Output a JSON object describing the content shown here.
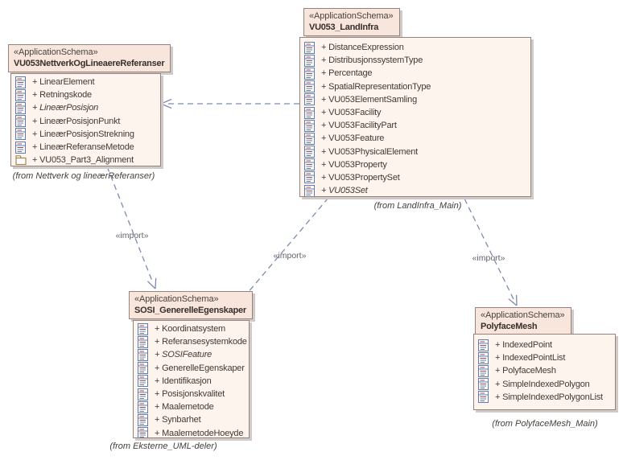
{
  "diagram_title": "UML package diagram",
  "colors": {
    "package_fill": "#fdf4ee",
    "package_tab_fill": "#f8e6dc",
    "package_border": "#96817b",
    "shadow": "#cfcbc8",
    "connector": "#7c8cae",
    "item_text": "#3f3a36",
    "name_text": "#362f2b",
    "caption_text": "#46403b",
    "import_text": "#5f5f6b",
    "class_icon_blue": "#5f7ab0",
    "class_icon_red": "#a54848",
    "package_icon_tan": "#a8854f"
  },
  "packages": [
    {
      "stereotype": "«ApplicationSchema»",
      "name": "VU053NettverkOgLineaereReferanser",
      "caption": "(from Nettverk og lineærReferanser)",
      "items": [
        {
          "text": "+ LinearElement",
          "icon": "class",
          "italic": false
        },
        {
          "text": "+ Retningskode",
          "icon": "class",
          "italic": false
        },
        {
          "text": "+ LineærPosisjon",
          "icon": "class",
          "italic": true
        },
        {
          "text": "+ LineærPosisjonPunkt",
          "icon": "class",
          "italic": false
        },
        {
          "text": "+ LineærPosisjonStrekning",
          "icon": "class",
          "italic": false
        },
        {
          "text": "+ LineærReferanseMetode",
          "icon": "class",
          "italic": false
        },
        {
          "text": "+ VU053_Part3_Alignment",
          "icon": "package",
          "italic": false
        }
      ]
    },
    {
      "stereotype": "«ApplicationSchema»",
      "name": "VU053_LandInfra",
      "caption": "(from LandInfra_Main)",
      "items": [
        {
          "text": "+ DistanceExpression",
          "icon": "class",
          "italic": false
        },
        {
          "text": "+ DistribusjonssystemType",
          "icon": "class",
          "italic": false
        },
        {
          "text": "+ Percentage",
          "icon": "class",
          "italic": false
        },
        {
          "text": "+ SpatialRepresentationType",
          "icon": "class",
          "italic": false
        },
        {
          "text": "+ VU053ElementSamling",
          "icon": "class",
          "italic": false
        },
        {
          "text": "+ VU053Facility",
          "icon": "class",
          "italic": false
        },
        {
          "text": "+ VU053FacilityPart",
          "icon": "class",
          "italic": false
        },
        {
          "text": "+ VU053Feature",
          "icon": "class",
          "italic": false
        },
        {
          "text": "+ VU053PhysicalElement",
          "icon": "class",
          "italic": false
        },
        {
          "text": "+ VU053Property",
          "icon": "class",
          "italic": false
        },
        {
          "text": "+ VU053PropertySet",
          "icon": "class",
          "italic": false
        },
        {
          "text": "+ VU053Set",
          "icon": "class",
          "italic": true
        }
      ]
    },
    {
      "stereotype": "«ApplicationSchema»",
      "name": "SOSI_GenerelleEgenskaper",
      "caption": "(from Eksterne_UML-deler)",
      "items": [
        {
          "text": "+ Koordinatsystem",
          "icon": "class",
          "italic": false
        },
        {
          "text": "+ Referansesystemkode",
          "icon": "class",
          "italic": false
        },
        {
          "text": "+ SOSIFeature",
          "icon": "class",
          "italic": true
        },
        {
          "text": "+ GenerelleEgenskaper",
          "icon": "class",
          "italic": false
        },
        {
          "text": "+ Identifikasjon",
          "icon": "class",
          "italic": false
        },
        {
          "text": "+ Posisjonskvalitet",
          "icon": "class",
          "italic": false
        },
        {
          "text": "+ Maalemetode",
          "icon": "class",
          "italic": false
        },
        {
          "text": "+ Synbarhet",
          "icon": "class",
          "italic": false
        },
        {
          "text": "+ MaalemetodeHoeyde",
          "icon": "class",
          "italic": false
        }
      ]
    },
    {
      "stereotype": "«ApplicationSchema»",
      "name": "PolyfaceMesh",
      "caption": "(from PolyfaceMesh_Main)",
      "items": [
        {
          "text": "+ IndexedPoint",
          "icon": "class",
          "italic": false
        },
        {
          "text": "+ IndexedPointList",
          "icon": "class",
          "italic": false
        },
        {
          "text": "+ PolyfaceMesh",
          "icon": "class",
          "italic": false
        },
        {
          "text": "+ SimpleIndexedPolygon",
          "icon": "class",
          "italic": false
        },
        {
          "text": "+ SimpleIndexedPolygonList",
          "icon": "class",
          "italic": false
        }
      ]
    }
  ],
  "connectors": [
    {
      "from": "VU053_LandInfra",
      "to": "VU053NettverkOgLineaereReferanser",
      "label": ""
    },
    {
      "from": "VU053NettverkOgLineaereReferanser",
      "to": "SOSI_GenerelleEgenskaper",
      "label": "«import»"
    },
    {
      "from": "VU053_LandInfra",
      "to": "SOSI_GenerelleEgenskaper",
      "label": "«import»"
    },
    {
      "from": "VU053_LandInfra",
      "to": "PolyfaceMesh",
      "label": "«import»"
    }
  ]
}
